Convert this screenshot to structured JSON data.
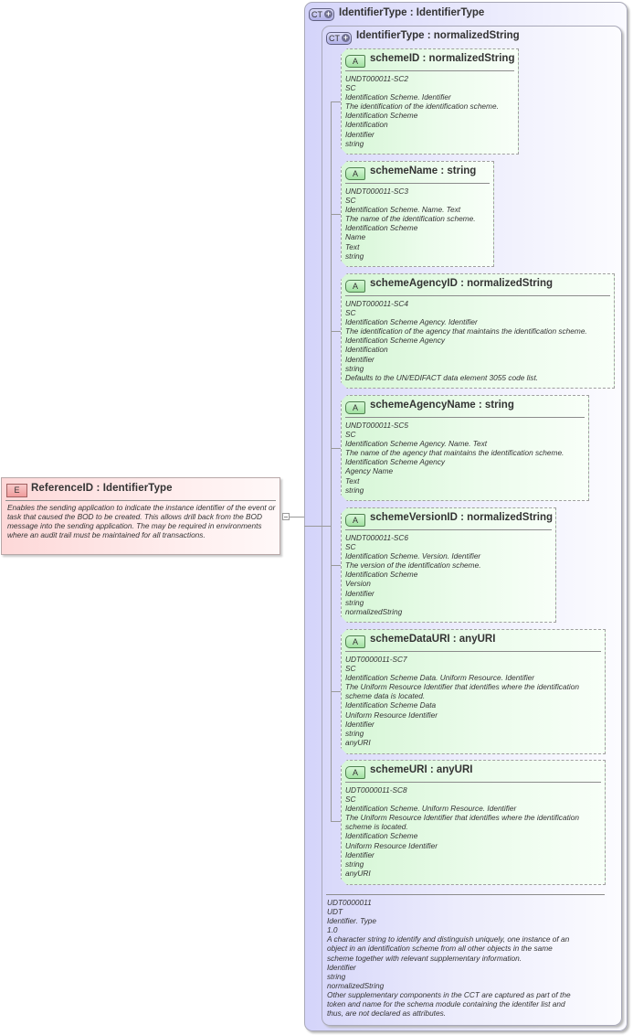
{
  "element": {
    "badge": "E",
    "name": "ReferenceID",
    "type": "IdentifierType",
    "title": "ReferenceID : IdentifierType",
    "documentation": "Enables the sending application to indicate the instance identifier of the event or task that caused the BOD to be created. This allows drill back from the BOD message into the sending application. The may be required in environments where an audit trail must be maintained for all transactions.",
    "toggle_symbol": "−"
  },
  "outer_type": {
    "badge": "CT",
    "title": "IdentifierType : IdentifierType"
  },
  "inner_type": {
    "badge": "CT",
    "title": "IdentifierType : normalizedString"
  },
  "attributes": [
    {
      "badge": "A",
      "title": "schemeID : normalizedString",
      "doc": [
        "UNDT000011-SC2",
        "SC",
        "Identification Scheme. Identifier",
        "The identification of the identification scheme.",
        "Identification Scheme",
        "Identification",
        "Identifier",
        "string"
      ]
    },
    {
      "badge": "A",
      "title": "schemeName : string",
      "doc": [
        "UNDT000011-SC3",
        "SC",
        "Identification Scheme. Name. Text",
        "The name of the identification scheme.",
        "Identification Scheme",
        "Name",
        "Text",
        "string"
      ]
    },
    {
      "badge": "A",
      "title": "schemeAgencyID : normalizedString",
      "doc": [
        "UNDT000011-SC4",
        "SC",
        "Identification Scheme Agency. Identifier",
        "The identification of the agency that maintains the identification scheme.",
        "Identification Scheme Agency",
        "Identification",
        "Identifier",
        "string",
        "Defaults to the UN/EDIFACT data element 3055 code list."
      ]
    },
    {
      "badge": "A",
      "title": "schemeAgencyName : string",
      "doc": [
        "UNDT000011-SC5",
        "SC",
        "Identification Scheme Agency. Name. Text",
        "The name of the agency that maintains the identification scheme.",
        "Identification Scheme Agency",
        "Agency Name",
        "Text",
        "string"
      ]
    },
    {
      "badge": "A",
      "title": "schemeVersionID : normalizedString",
      "doc": [
        "UNDT000011-SC6",
        "SC",
        "Identification Scheme. Version. Identifier",
        "The version of the identification scheme.",
        "Identification Scheme",
        "Version",
        "Identifier",
        "string",
        "normalizedString"
      ]
    },
    {
      "badge": "A",
      "title": "schemeDataURI : anyURI",
      "doc": [
        "UDT0000011-SC7",
        "SC",
        "Identification Scheme Data. Uniform Resource. Identifier",
        "The Uniform Resource Identifier that identifies where the identification",
        "scheme data is located.",
        "Identification Scheme Data",
        "Uniform Resource Identifier",
        "Identifier",
        "string",
        "anyURI"
      ]
    },
    {
      "badge": "A",
      "title": "schemeURI : anyURI",
      "doc": [
        "UDT0000011-SC8",
        "SC",
        "Identification Scheme. Uniform Resource. Identifier",
        "The Uniform Resource Identifier that identifies where the identification",
        "scheme is located.",
        "Identification Scheme",
        "Uniform Resource Identifier",
        "Identifier",
        "string",
        "anyURI"
      ]
    }
  ],
  "type_documentation": [
    "UDT0000011",
    "UDT",
    "Identifier. Type",
    "1.0",
    "A character string to identify and distinguish uniquely, one instance of an",
    "object in an identification scheme from all other objects in the same",
    "scheme together with relevant supplementary information.",
    "Identifier",
    "string",
    "normalizedString",
    "Other supplementary components in the CCT are captured as part of the",
    "token and name for the schema module containing the identifer list and",
    "thus, are not declared as attributes."
  ],
  "colors": {
    "element_fill": "#fdd8d8",
    "complex_type_fill": "#d4d4fa",
    "attribute_fill": "#d6f6d6",
    "connector": "#999999"
  }
}
